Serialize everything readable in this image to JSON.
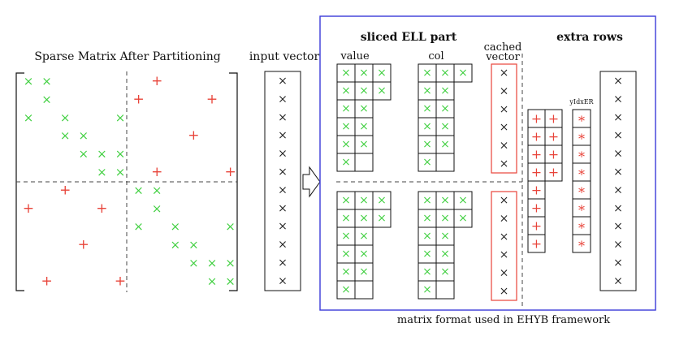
{
  "labels": {
    "sparse_title": "Sparse Matrix After Partitioning",
    "input_title": "input vector",
    "ell_title": "sliced ELL part",
    "extra_title": "extra rows",
    "value": "value",
    "col": "col",
    "cached_line1": "cached",
    "cached_line2": "vector",
    "yidx": "yIdxER",
    "caption": "matrix format used in EHYB framework"
  },
  "glyphs": {
    "cross": "×",
    "plus": "+",
    "star": "*"
  },
  "colors": {
    "green": "#3fcf3f",
    "red": "#e8443a",
    "black": "#222222",
    "frame_blue": "#3a3ad8",
    "cached_border": "#e8443a"
  },
  "sparse_matrix": {
    "rows": [
      [
        "g",
        "g",
        "",
        "",
        "",
        "",
        "",
        "r",
        "",
        "",
        "",
        ""
      ],
      [
        "",
        "g",
        "",
        "",
        "",
        "",
        "r",
        "",
        "",
        "",
        "r",
        ""
      ],
      [
        "g",
        "",
        "g",
        "",
        "",
        "g",
        "",
        "",
        "",
        "",
        "",
        ""
      ],
      [
        "",
        "",
        "g",
        "g",
        "",
        "",
        "",
        "",
        "",
        "r",
        "",
        ""
      ],
      [
        "",
        "",
        "",
        "g",
        "g",
        "g",
        "",
        "",
        "",
        "",
        "",
        ""
      ],
      [
        "",
        "",
        "",
        "",
        "g",
        "g",
        "",
        "r",
        "",
        "",
        "",
        "r"
      ],
      [
        "",
        "",
        "r",
        "",
        "",
        "",
        "g",
        "g",
        "",
        "",
        "",
        ""
      ],
      [
        "r",
        "",
        "",
        "",
        "r",
        "",
        "",
        "g",
        "",
        "",
        "",
        ""
      ],
      [
        "",
        "",
        "",
        "",
        "",
        "",
        "g",
        "",
        "g",
        "",
        "",
        "g"
      ],
      [
        "",
        "",
        "",
        "r",
        "",
        "",
        "",
        "",
        "g",
        "g",
        "",
        ""
      ],
      [
        "",
        "",
        "",
        "",
        "",
        "",
        "",
        "",
        "",
        "g",
        "g",
        "g"
      ],
      [
        "",
        "r",
        "",
        "",
        "",
        "r",
        "",
        "",
        "",
        "",
        "g",
        "g"
      ]
    ]
  },
  "input_vector": {
    "length": 12
  },
  "ell_blocks": {
    "value_top_rows": [
      3,
      3,
      2,
      2,
      2,
      1
    ],
    "value_bottom_rows": [
      3,
      3,
      2,
      2,
      2,
      1
    ],
    "col_top_rows": [
      3,
      2,
      2,
      2,
      2,
      1
    ],
    "col_bottom_rows": [
      3,
      3,
      2,
      2,
      2,
      1
    ],
    "cached_length": 6
  },
  "extra_rows": {
    "plus_rows": [
      2,
      2,
      2,
      2,
      1,
      1,
      1,
      1
    ],
    "yidx_length": 8,
    "output_length": 12
  }
}
